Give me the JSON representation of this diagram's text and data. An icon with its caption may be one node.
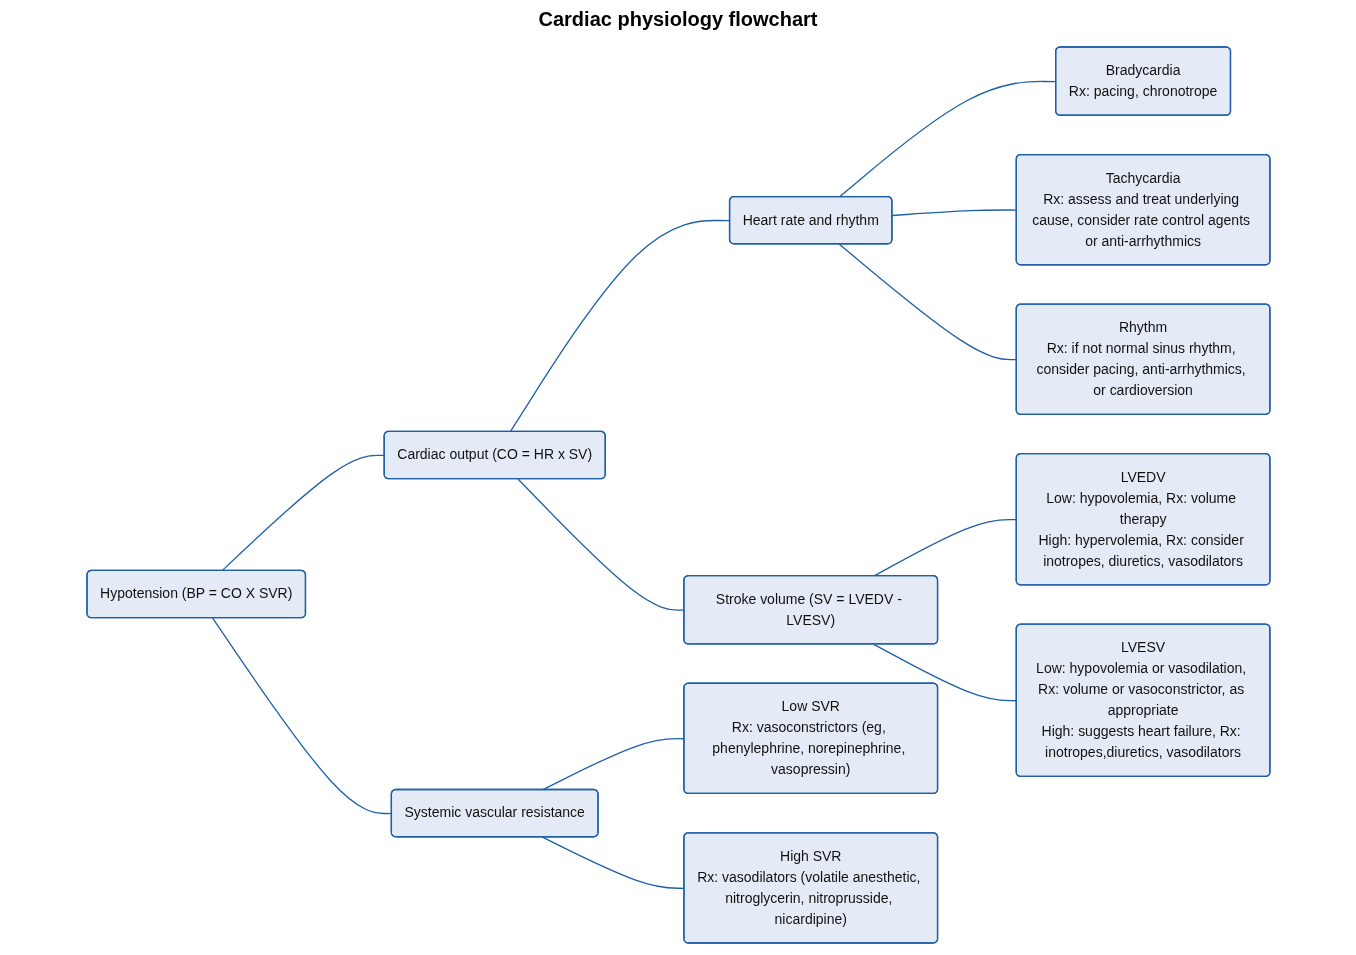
{
  "diagram": {
    "title": "Cardiac physiology flowchart",
    "nodes": [
      {
        "text": [
          "Hypotension (BP = CO X SVR)"
        ]
      },
      {
        "text": [
          "Cardiac output (CO = HR x SV)"
        ]
      },
      {
        "text": [
          "Systemic vascular resistance"
        ]
      },
      {
        "text": [
          "Heart rate and rhythm"
        ]
      },
      {
        "text": [
          "Stroke volume (SV = LVEDV - LVESV)"
        ]
      },
      {
        "text": [
          "Low SVR",
          "Rx: vasoconstrictors (eg, phenylephrine, norepinephrine, vasopressin)"
        ]
      },
      {
        "text": [
          "High SVR",
          "Rx: vasodilators (volatile anesthetic, nitroglycerin, nitroprusside, nicardipine)"
        ]
      },
      {
        "text": [
          "Bradycardia",
          "Rx: pacing, chronotrope"
        ]
      },
      {
        "text": [
          "Tachycardia",
          "Rx: assess and treat underlying cause, consider rate control agents or anti-arrhythmics"
        ]
      },
      {
        "text": [
          "Rhythm",
          "Rx: if not normal sinus rhythm, consider pacing, anti-arrhythmics, or cardioversion"
        ]
      },
      {
        "text": [
          "LVEDV",
          "Low: hypovolemia, Rx: volume therapy",
          "High: hypervolemia, Rx: consider inotropes, diuretics, vasodilators"
        ]
      },
      {
        "text": [
          "LVESV",
          "Low: hypovolemia or vasodilation, Rx: volume or vasoconstrictor, as appropriate",
          "High: suggests heart failure, Rx: inotropes,diuretics, vasodilators"
        ]
      }
    ],
    "edges": [
      {
        "from": 0,
        "to": 1,
        "arrow": "none"
      },
      {
        "from": 0,
        "to": 2,
        "arrow": "none"
      },
      {
        "from": 1,
        "to": 3,
        "arrow": "none"
      },
      {
        "from": 1,
        "to": 4,
        "arrow": "none"
      },
      {
        "from": 2,
        "to": 5,
        "arrow": "none"
      },
      {
        "from": 2,
        "to": 6,
        "arrow": "none"
      },
      {
        "from": 3,
        "to": 7,
        "arrow": "none"
      },
      {
        "from": 3,
        "to": 8,
        "arrow": "none"
      },
      {
        "from": 3,
        "to": 9,
        "arrow": "none"
      },
      {
        "from": 4,
        "to": 10,
        "arrow": "none"
      },
      {
        "from": 4,
        "to": 11,
        "arrow": "none"
      }
    ]
  }
}
